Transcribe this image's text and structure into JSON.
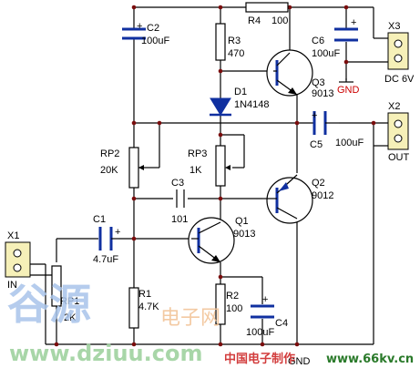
{
  "labels": {
    "x1": "X1",
    "in": "IN",
    "rp1": "RP1",
    "rp1_val": "2K",
    "c1": "C1",
    "c1_val": "4.7uF",
    "r1": "R1",
    "r1_val": "4.7K",
    "rp2": "RP2",
    "rp2_val": "20K",
    "c2": "C2",
    "c2_val": "100uF",
    "r3": "R3",
    "r3_val": "470",
    "r4": "R4",
    "r4_val": "100",
    "d1": "D1",
    "d1_val": "1N4148",
    "rp3": "RP3",
    "rp3_val": "1K",
    "c3": "C3",
    "c3_val": "101",
    "q1": "Q1",
    "q1_val": "9013",
    "r2": "R2",
    "r2_val": "100",
    "c4_val": "100uF",
    "c4": "C4",
    "q2": "Q2",
    "q2_val": "9012",
    "q3": "Q3",
    "q3_val": "9013",
    "c5": "C5",
    "c5_val": "100uF",
    "c6": "C6",
    "c6_val": "100uF",
    "gnd": "GND",
    "gnd_bottom": "GND",
    "x2": "X2",
    "out": "OUT",
    "x3": "X3",
    "dc": "DC 6V",
    "plus": "+"
  },
  "watermark": {
    "brand": "谷源",
    "sub": "电子网",
    "url": "www.dziuu.com",
    "cn": "中国电子制作",
    "url2": "www.66kv.cn"
  },
  "colors": {
    "wire": "#000000",
    "capacitor": "#1030a0",
    "node": "#7a0c0c",
    "connector": "#f6f0b8",
    "gnd_label": "#cc0000"
  }
}
